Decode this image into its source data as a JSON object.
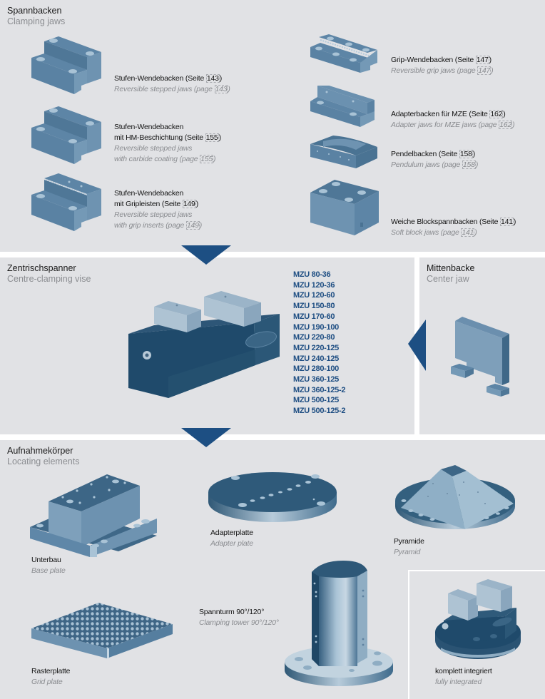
{
  "colors": {
    "panel_bg": "#e1e2e5",
    "accent_arrow": "#1d4f83",
    "model_text": "#1d4d82",
    "title_text": "#1a1a1a",
    "subtitle_text": "#8b8d91"
  },
  "sections": {
    "clamping_jaws": {
      "title": "Spannbacken",
      "subtitle": "Clamping jaws",
      "items": [
        {
          "de": "Stufen-Wendebacken (Seite ",
          "page": "143",
          "de_end": ")",
          "en": "Reversible stepped jaws (page ",
          "en_end": ")",
          "icon": "stepped-jaw-icon"
        },
        {
          "de_line1": "Stufen-Wendebacken",
          "de": "mit HM-Beschichtung (Seite ",
          "page": "155",
          "de_end": ")",
          "en_line1": "Reversible stepped jaws",
          "en": "with carbide coating (page ",
          "en_end": ")",
          "icon": "stepped-jaw-carbide-icon"
        },
        {
          "de_line1": "Stufen-Wendebacken",
          "de": "mit Gripleisten (Seite ",
          "page": "149",
          "de_end": ")",
          "en_line1": "Reversible stepped jaws",
          "en": "with grip inserts (page ",
          "en_end": ")",
          "icon": "stepped-jaw-grip-icon"
        },
        {
          "de": "Grip-Wendebacken (Seite ",
          "page": "147",
          "de_end": ")",
          "en": "Reversible grip jaws (page ",
          "en_end": ")",
          "icon": "grip-jaw-icon"
        },
        {
          "de": "Adapterbacken für MZE (Seite ",
          "page": "162",
          "de_end": ")",
          "en": "Adapter jaws for MZE jaws (page ",
          "en_end": ")",
          "icon": "adapter-jaw-icon"
        },
        {
          "de": "Pendelbacken (Seite ",
          "page": "158",
          "de_end": ")",
          "en": "Pendulum jaws (page ",
          "en_end": ")",
          "icon": "pendulum-jaw-icon"
        },
        {
          "de": "Weiche Blockspannbacken (Seite ",
          "page": "141",
          "de_end": ")",
          "en": "Soft block jaws (page ",
          "en_end": ")",
          "icon": "soft-block-jaw-icon"
        }
      ]
    },
    "centre_vise": {
      "title": "Zentrischspanner",
      "subtitle": "Centre-clamping vise",
      "icon": "centre-clamping-vise-icon",
      "models": [
        "MZU 80-36",
        "MZU 120-36",
        "MZU 120-60",
        "MZU 150-80",
        "MZU 170-60",
        "MZU 190-100",
        "MZU 220-80",
        "MZU 220-125",
        "MZU 240-125",
        "MZU 280-100",
        "MZU 360-125",
        "MZU 360-125-2",
        "MZU 500-125",
        "MZU 500-125-2"
      ]
    },
    "center_jaw": {
      "title": "Mittenbacke",
      "subtitle": "Center jaw",
      "icon": "center-jaw-icon"
    },
    "locating_elements": {
      "title": "Aufnahmekörper",
      "subtitle": "Locating elements",
      "items": [
        {
          "de": "Unterbau",
          "en": "Base plate",
          "icon": "base-plate-icon"
        },
        {
          "de": "Adapterplatte",
          "en": "Adapter plate",
          "icon": "adapter-plate-icon"
        },
        {
          "de": "Pyramide",
          "en": "Pyramid",
          "icon": "pyramid-icon"
        },
        {
          "de": "Spannturm 90°/120°",
          "en": "Clamping tower 90°/120°",
          "icon": "clamping-tower-icon"
        },
        {
          "de": "Rasterplatte",
          "en": "Grid plate",
          "icon": "grid-plate-icon"
        },
        {
          "de": "komplett integriert",
          "en": "fully integrated",
          "icon": "fully-integrated-vise-icon"
        }
      ]
    }
  }
}
